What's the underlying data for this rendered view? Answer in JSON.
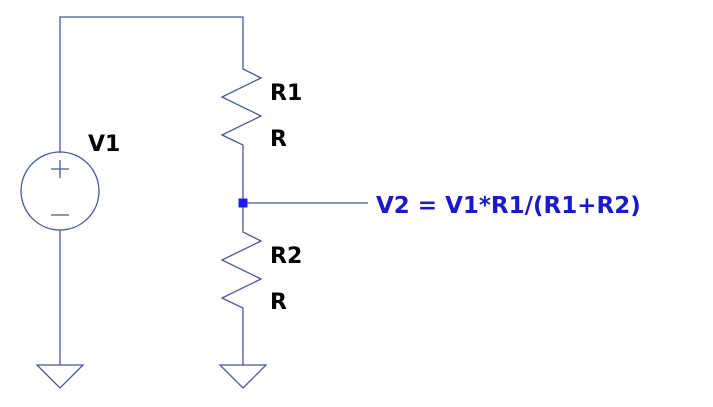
{
  "components": {
    "v1": {
      "name": "V1"
    },
    "r1": {
      "name": "R1",
      "value": "R"
    },
    "r2": {
      "name": "R2",
      "value": "R"
    }
  },
  "net_label": {
    "text": "V2 = V1*R1/(R1+R2)"
  },
  "colors": {
    "wire": "#4a56a0",
    "component_text": "#000000",
    "net_label": "#1a1acc",
    "junction": "#1a1aff",
    "background": "#ffffff"
  },
  "icons": [
    "voltage-source-icon",
    "resistor-icon",
    "ground-icon",
    "junction-icon"
  ]
}
